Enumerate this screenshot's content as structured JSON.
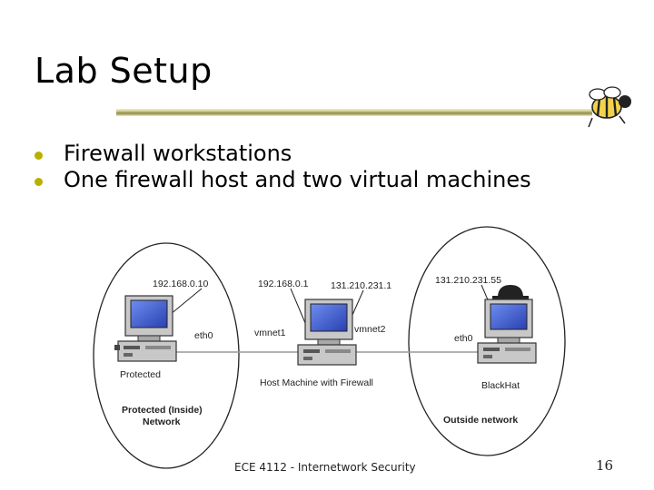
{
  "slide": {
    "title": "Lab Setup",
    "bullets": [
      "Firewall workstations",
      "One firewall host and two virtual machines"
    ],
    "footer": "ECE 4112 - Internetwork Security",
    "page_number": "16"
  },
  "diagram": {
    "ip_protected": "192.168.0.10",
    "ip_vmnet1": "192.168.0.1",
    "ip_vmnet2": "131.210.231.1",
    "ip_blackhat": "131.210.231.55",
    "iface_protected": "eth0",
    "iface_vmnet1": "vmnet1",
    "iface_vmnet2": "vmnet2",
    "iface_blackhat": "eth0",
    "name_protected": "Protected",
    "name_host": "Host Machine with Firewall",
    "name_blackhat": "BlackHat",
    "zone_inside_line1": "Protected (Inside)",
    "zone_inside_line2": "Network",
    "zone_outside": "Outside network"
  },
  "colors": {
    "bullet": "#b7b000",
    "monitor_screen": "#3a5bd0",
    "pc_body": "#c8c8c8"
  }
}
